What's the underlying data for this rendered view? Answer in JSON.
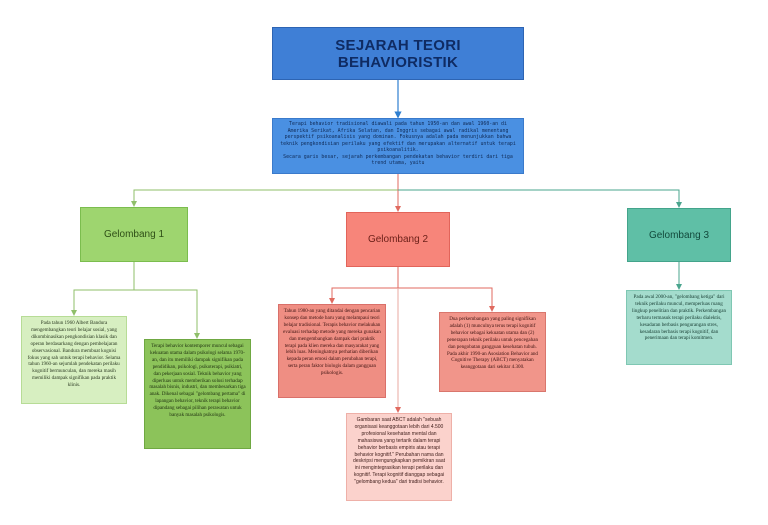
{
  "title": "SEJARAH TEORI BEHAVIORISTIK",
  "intro": {
    "paragraph1": "Terapi behavior tradisional diawali pada tahun 1950-an dan awal 1960-an di Amerika Serikat, Afrika Selatan, dan Inggris sebagai awal radikal menentang perspektif psikoanalisis yang dominan. Fokusnya adalah pada menunjukkan bahwa teknik pengkondisian perilaku yang efektif dan merupakan alternatif untuk terapi psikoanalitik.",
    "paragraph2": "Secara garis besar, sejarah perkembangan pendekatan behavior terdiri dari tiga trend utama, yaitu"
  },
  "waves": [
    {
      "label": "Gelombang 1"
    },
    {
      "label": "Gelombang 2"
    },
    {
      "label": "Gelombang 3"
    }
  ],
  "notes": {
    "wave1_a": "Pada tahun 1960 Albert Bandura mengembangkan teori belajar sosial, yang dikombinasikan pengkondisian klasik dan operan berdasarkang dengan pembelajaran observasional. Bandura membuat kognisi fokus yang sah untuk terapi behavior. Selama tahun 1960-an sejumlah pendekatan perilaku kognitif bermunculan, dan mereka masih memiliki dampak signifikan pada praktik klinis.",
    "wave1_b": "Terapi behavior kontemporer muncul sebagai kekuatan utama dalam psikologi selama 1970-an, dan itu memiliki dampak signifikan pada pendidikan, psikologi, psikoterapi, psikiatri, dan pekerjaan sosial. Teknik behavior yang diperluas untuk memberikan solusi terhadap masalah bisnis, industri, dan membesarkan tiga anak. Dikenal sebagai \"gelombang pertama\" di lapangan behavior, teknik terapi behavior dipandang sebagai pilihan perawatan untuk banyak masalah psikologis.",
    "wave2_a": "Tahun 1980-an yang ditandai dengan pencarian konsep dan metode baru yang melampaui teori belajar tradisional. Terapis behavior melakukan evaluasi terhadap metode yang mereka gunakan dan mengembangkan dampak dari praktik terapi pada klien mereka dan masyarakat yang lebih luas. Meningkatnya perhatian diberikan kepada peran emosi dalam perubahan terapi, serta peran faktor biologis dalam gangguan psikologis.",
    "wave2_b": "Dua perkembangan yang paling signifikan adalah (1) munculnya terus terapi kognitif behavior sebagai kekuatan utama dan (2) penerapan teknik perilaku untuk pencegahan dan pengobatan gangguan kesehatan tubuh. Pada akhir 1990-an Asosiation Behavior and Cognitive Therapy (ABCT) menyatakan keanggotaan dari sekitar 4.300.",
    "wave2_c": "Gambaran saat ABCT adalah \"sebuah organisasi keanggotaan lebih dari 4.500 profesional kesehatan mental dan mahasiswa yang tertarik dalam terapi behavior berbasis empiris atau terapi behavior kognitif.\" Perubahan nama dan deskripsi mengungkapkan pemikiran saat ini mengintegrasikan terapi perilaku dan kognitif. Terapi kognitif dianggap sebagai \"gelombang kedua\" dari tradisi behavior.",
    "wave3_a": "Pada awal 2000-an, \"gelombang ketiga\" dari teknik perilaku muncul, memperluas ruang lingkup penelitian dan praktik. Perkembangan terbaru termasuk terapi perilaku dialektis, kesadaran berbasis pengurangan stres, kesadaran berbasis terapi kognitif, dan penerimaan dan terapi komitmen."
  },
  "colors": {
    "title": "#3f7fd6",
    "intro": "#4a90e2",
    "wave1": "#9ed56f",
    "wave2": "#f7857a",
    "wave3": "#5fbfa6",
    "connector_blue": "#2f7fd0",
    "connector_green": "#8fbf6a",
    "connector_red": "#e06a5f",
    "connector_teal": "#4aa58e"
  }
}
